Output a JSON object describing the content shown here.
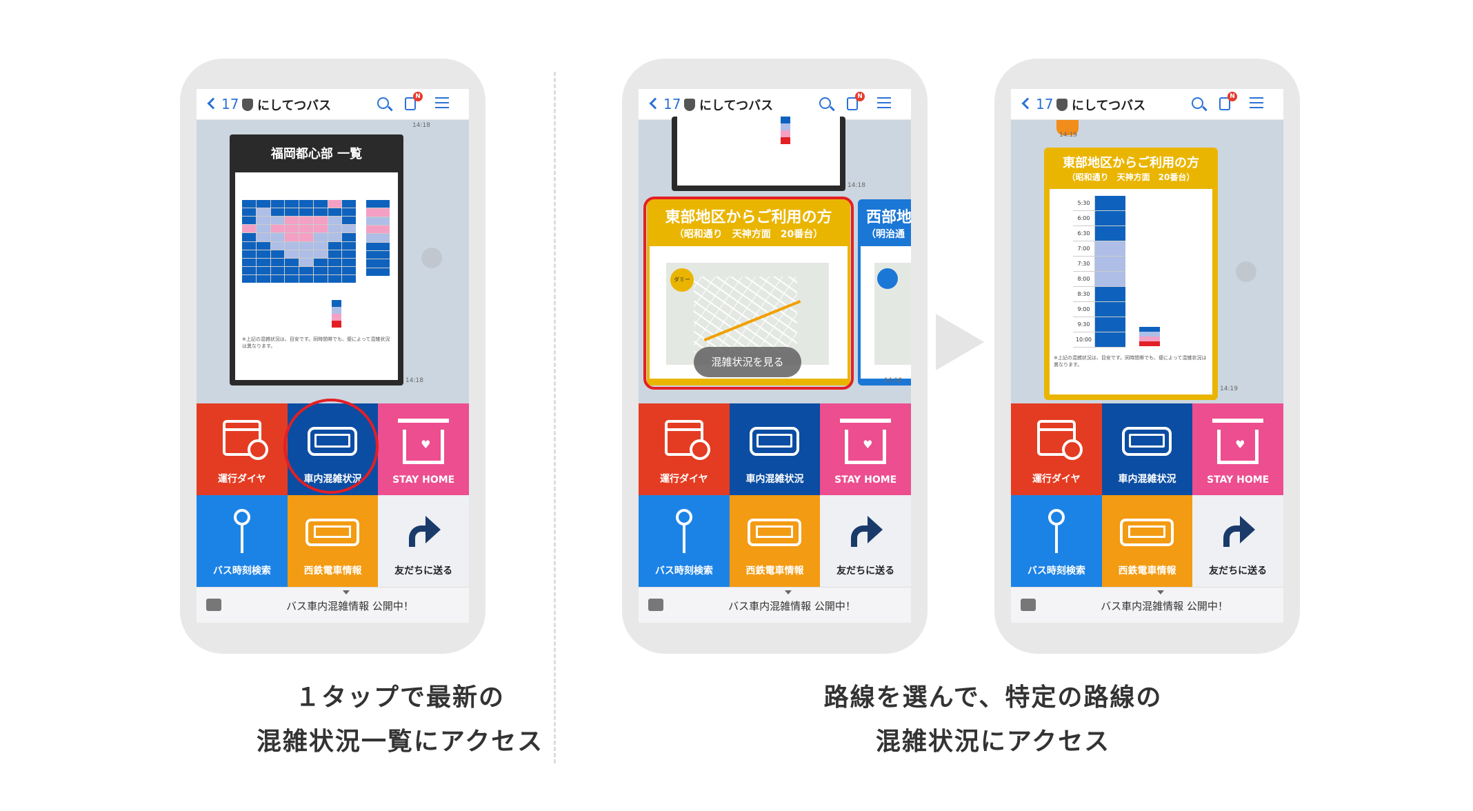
{
  "header": {
    "back_count": "17",
    "account_name": "にしてつバス",
    "badge": "N"
  },
  "menu": {
    "tile1": "運行ダイヤ",
    "tile2": "車内混雑状況",
    "tile3": "STAY HOME",
    "tile4": "バス時刻検索",
    "tile5": "西鉄電車情報",
    "tile6": "友だちに送る"
  },
  "footer": {
    "text": "バス車内混雑情報 公開中！"
  },
  "phone1": {
    "card_title": "福岡都心部 一覧",
    "time1": "14:18",
    "time2": "14:18",
    "doc_caption": "※上記の混雑状況は、目安です。同時間帯でも、便によって混雑状況は異なります。"
  },
  "phone2": {
    "card_title_line1": "東部地区からご利用の方",
    "card_title_line2": "（昭和通り　天神方面　20番台）",
    "card2_title_line1": "西部地",
    "card2_title_line2": "（明治通",
    "map_button": "混雑状況を見る",
    "map_marker": "ダミー",
    "time1": "14:18",
    "time2": "14:18"
  },
  "phone3": {
    "card_title_line1": "東部地区からご利用の方",
    "card_title_line2": "（昭和通り　天神方面　20番台）",
    "time1": "14:19",
    "time2": "14:19",
    "times": [
      "5:30",
      "6:00",
      "6:30",
      "7:00",
      "7:30",
      "8:00",
      "8:30",
      "9:00",
      "9:30",
      "10:00"
    ]
  },
  "captions": {
    "left_line1": "１タップで最新の",
    "left_line2": "混雑状況一覧にアクセス",
    "right_line1": "路線を選んで、特定の路線の",
    "right_line2": "混雑状況にアクセス"
  }
}
